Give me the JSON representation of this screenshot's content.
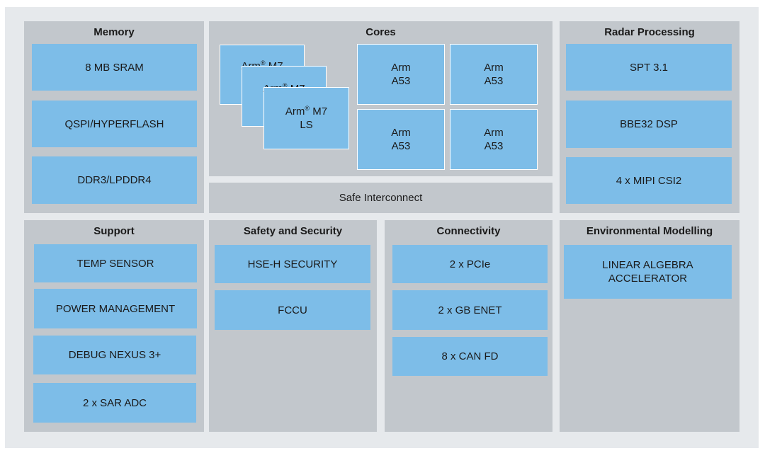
{
  "memory": {
    "title": "Memory",
    "items": [
      "8 MB SRAM",
      "QSPI/HYPERFLASH",
      "DDR3/LPDDR4"
    ]
  },
  "cores": {
    "title": "Cores",
    "m7": [
      {
        "label": "Arm",
        "reg": "®",
        "suffix": " M7"
      },
      {
        "label": "Arm",
        "reg": "®",
        "suffix": " M7"
      },
      {
        "label": "Arm",
        "reg": "®",
        "suffix": " M7",
        "line2": "LS"
      }
    ],
    "a53": [
      {
        "line1": "Arm",
        "line2": "A53"
      },
      {
        "line1": "Arm",
        "line2": "A53"
      },
      {
        "line1": "Arm",
        "line2": "A53"
      },
      {
        "line1": "Arm",
        "line2": "A53"
      }
    ],
    "interconnect": "Safe Interconnect"
  },
  "radar": {
    "title": "Radar Processing",
    "items": [
      "SPT 3.1",
      "BBE32 DSP",
      "4 x MIPI CSI2"
    ]
  },
  "support": {
    "title": "Support",
    "items": [
      "TEMP SENSOR",
      "POWER MANAGEMENT",
      "DEBUG NEXUS 3+",
      "2 x SAR ADC"
    ]
  },
  "safety": {
    "title": "Safety and Security",
    "items": [
      "HSE-H SECURITY",
      "FCCU"
    ]
  },
  "connectivity": {
    "title": "Connectivity",
    "items": [
      "2 x PCIe",
      "2 x GB ENET",
      "8 x CAN FD"
    ]
  },
  "env": {
    "title": "Environmental Modelling",
    "items": [
      "LINEAR ALGEBRA\nACCELERATOR"
    ]
  },
  "colors": {
    "block": "#7dbde8",
    "panel": "#c2c7cc",
    "frame": "#e6e9ec"
  }
}
